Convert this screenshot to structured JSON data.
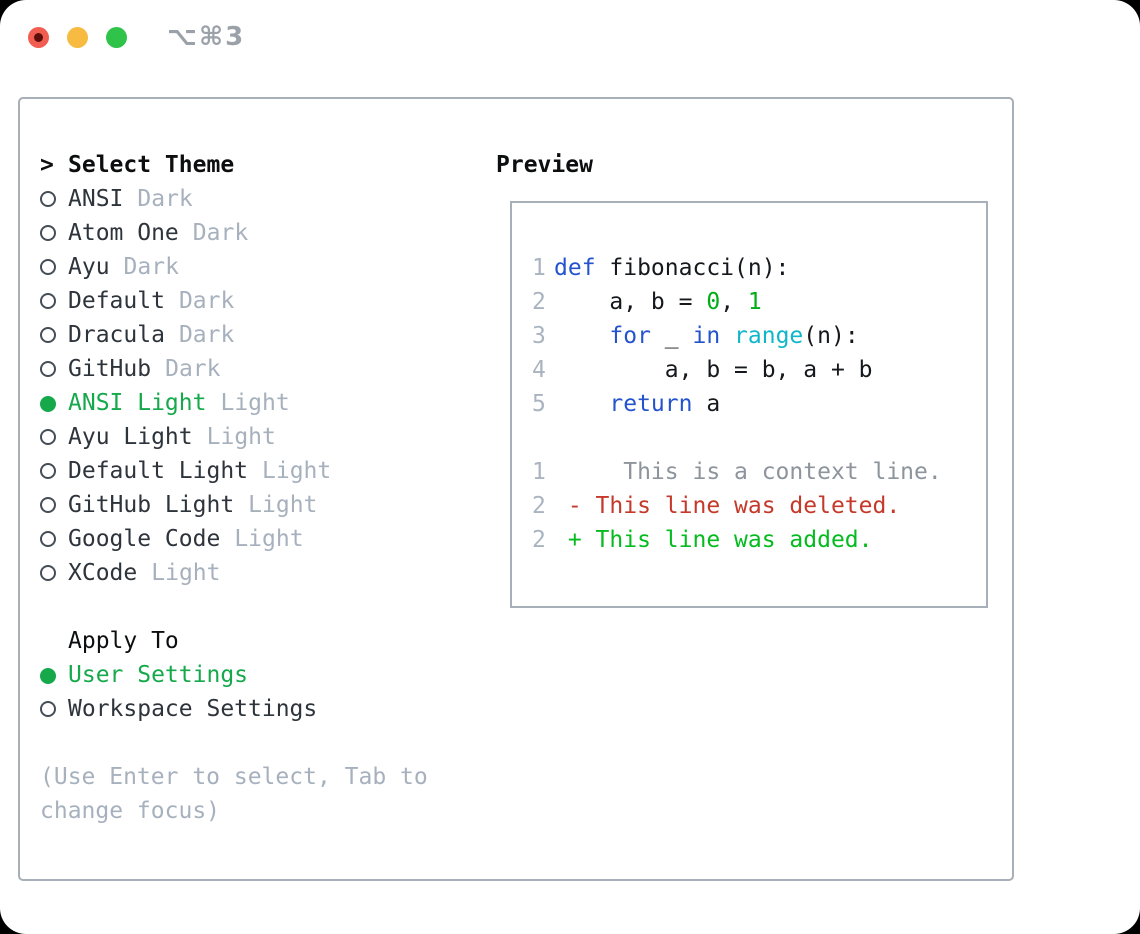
{
  "window": {
    "shortcut_label": "⌥⌘3"
  },
  "theme_list": {
    "title_prompt": ">",
    "title": "Select Theme",
    "items": [
      {
        "name": "ANSI",
        "tag": "Dark",
        "selected": false
      },
      {
        "name": "Atom One",
        "tag": "Dark",
        "selected": false
      },
      {
        "name": "Ayu",
        "tag": "Dark",
        "selected": false
      },
      {
        "name": "Default",
        "tag": "Dark",
        "selected": false
      },
      {
        "name": "Dracula",
        "tag": "Dark",
        "selected": false
      },
      {
        "name": "GitHub",
        "tag": "Dark",
        "selected": false
      },
      {
        "name": "ANSI Light",
        "tag": "Light",
        "selected": true
      },
      {
        "name": "Ayu Light",
        "tag": "Light",
        "selected": false
      },
      {
        "name": "Default Light",
        "tag": "Light",
        "selected": false
      },
      {
        "name": "GitHub Light",
        "tag": "Light",
        "selected": false
      },
      {
        "name": "Google Code",
        "tag": "Light",
        "selected": false
      },
      {
        "name": "XCode",
        "tag": "Light",
        "selected": false
      }
    ]
  },
  "apply_to": {
    "title": "Apply To",
    "options": [
      {
        "name": "User Settings",
        "selected": true
      },
      {
        "name": "Workspace Settings",
        "selected": false
      }
    ]
  },
  "help_text": "(Use Enter to select, Tab to change focus)",
  "preview": {
    "title": "Preview",
    "code_lines": [
      {
        "num": "1",
        "tokens": [
          {
            "text": "def",
            "style": "kw"
          },
          {
            "text": " fibonacci(n):",
            "style": "code"
          }
        ]
      },
      {
        "num": "2",
        "tokens": [
          {
            "text": "    a, b = ",
            "style": "code"
          },
          {
            "text": "0",
            "style": "num"
          },
          {
            "text": ", ",
            "style": "code"
          },
          {
            "text": "1",
            "style": "num"
          }
        ]
      },
      {
        "num": "3",
        "tokens": [
          {
            "text": "    ",
            "style": "code"
          },
          {
            "text": "for",
            "style": "kw"
          },
          {
            "text": " _ ",
            "style": "code"
          },
          {
            "text": "in",
            "style": "kw"
          },
          {
            "text": " ",
            "style": "code"
          },
          {
            "text": "range",
            "style": "fn"
          },
          {
            "text": "(n):",
            "style": "code"
          }
        ]
      },
      {
        "num": "4",
        "tokens": [
          {
            "text": "        a, b = b, a + b",
            "style": "code"
          }
        ]
      },
      {
        "num": "5",
        "tokens": [
          {
            "text": "    ",
            "style": "code"
          },
          {
            "text": "return",
            "style": "kw"
          },
          {
            "text": " a",
            "style": "code"
          }
        ]
      }
    ],
    "diff_lines": [
      {
        "num": "1",
        "tokens": [
          {
            "text": "     This is a context line.",
            "style": "ctx"
          }
        ]
      },
      {
        "num": "2",
        "tokens": [
          {
            "text": " - This line was deleted.",
            "style": "del"
          }
        ]
      },
      {
        "num": "2",
        "tokens": [
          {
            "text": " + This line was added.",
            "style": "add"
          }
        ]
      }
    ]
  },
  "colors": {
    "accent-green": "#16a94b",
    "kw-blue": "#2453cd",
    "builtin-cyan": "#10b6c9",
    "num-green": "#00ad17",
    "diff-red": "#c5392a",
    "diff-green": "#05bb1f",
    "ctx-gray": "#8d949c",
    "linenum": "#a9b4c0",
    "muted": "#a7b1bd",
    "border-gray": "#a7afb8",
    "text-dark": "#2e343b",
    "title-black": "#0c0e10",
    "code-black": "#15181c",
    "traffic-red": "#f25d52",
    "traffic-red-dot": "#5a0f0a",
    "traffic-yellow": "#f6bb40",
    "traffic-green": "#2fc349"
  }
}
